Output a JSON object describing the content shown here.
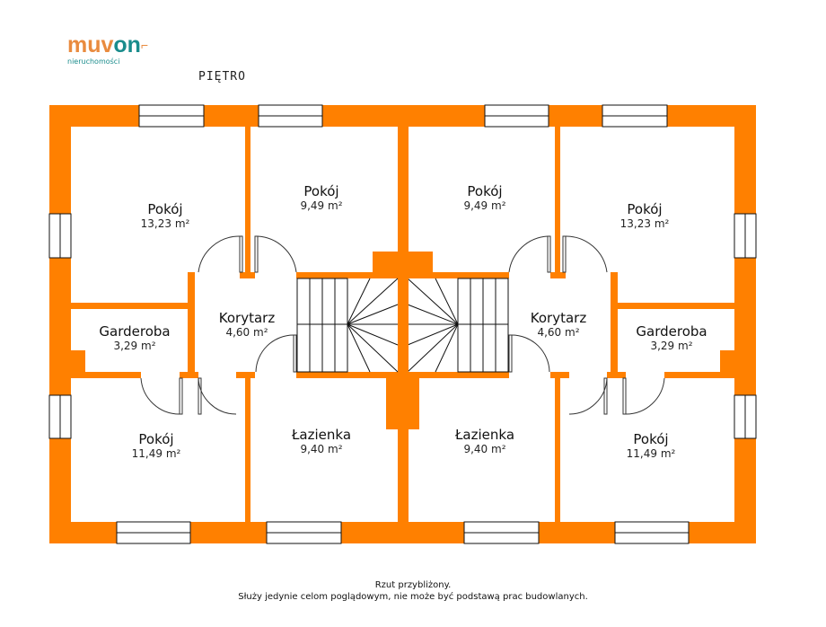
{
  "logo": {
    "brand_a": "muv",
    "brand_b": "on",
    "brand_mark": "⌐",
    "subtitle": "nieruchomości"
  },
  "plan_title": "PIĘTRO",
  "colors": {
    "wall": "#ff8000",
    "brand_orange": "#e98b3f",
    "brand_teal": "#1a8c8c"
  },
  "rooms": [
    {
      "name": "Pokój",
      "area": "13,23 m²"
    },
    {
      "name": "Pokój",
      "area": "9,49 m²"
    },
    {
      "name": "Pokój",
      "area": "9,49 m²"
    },
    {
      "name": "Pokój",
      "area": "13,23 m²"
    },
    {
      "name": "Garderoba",
      "area": "3,29 m²"
    },
    {
      "name": "Korytarz",
      "area": "4,60 m²"
    },
    {
      "name": "Korytarz",
      "area": "4,60 m²"
    },
    {
      "name": "Garderoba",
      "area": "3,29 m²"
    },
    {
      "name": "Pokój",
      "area": "11,49 m²"
    },
    {
      "name": "Łazienka",
      "area": "9,40 m²"
    },
    {
      "name": "Łazienka",
      "area": "9,40 m²"
    },
    {
      "name": "Pokój",
      "area": "11,49 m²"
    }
  ],
  "footer": {
    "line1": "Rzut przybliżony.",
    "line2": "Służy jedynie celom poglądowym, nie może być podstawą prac budowlanych."
  }
}
